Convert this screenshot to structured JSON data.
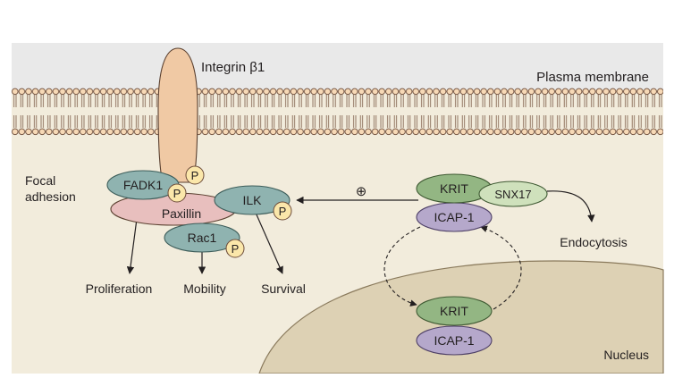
{
  "labels": {
    "integrin": "Integrin β1",
    "plasma_membrane": "Plasma membrane",
    "focal_adhesion_line1": "Focal",
    "focal_adhesion_line2": "adhesion",
    "endocytosis": "Endocytosis",
    "nucleus": "Nucleus",
    "proliferation": "Proliferation",
    "mobility": "Mobility",
    "survival": "Survival",
    "plus_sign": "⊕"
  },
  "proteins": {
    "fadk1": "FADK1",
    "paxillin": "Paxillin",
    "ilk": "ILK",
    "rac1": "Rac1",
    "krit_top": "KRIT",
    "snx17": "SNX17",
    "icap1_top": "ICAP-1",
    "krit_nucleus": "KRIT",
    "icap1_nucleus": "ICAP-1"
  },
  "phospho": {
    "p_integrin": "P",
    "p_fadk1": "P",
    "p_ilk": "P",
    "p_rac1": "P"
  },
  "colors": {
    "cytoplasm": "#f2ecdc",
    "nucleus": "#ddd1b4",
    "integrin": "#f0c9a4",
    "membrane_head": "#f7d9b6",
    "teal_protein": "#8fb3b0",
    "paxillin": "#e8bfbe",
    "green_protein": "#93b683",
    "snx17": "#cfe1bc",
    "purple_protein": "#b5a8cb",
    "phospho": "#fbe7aa"
  }
}
